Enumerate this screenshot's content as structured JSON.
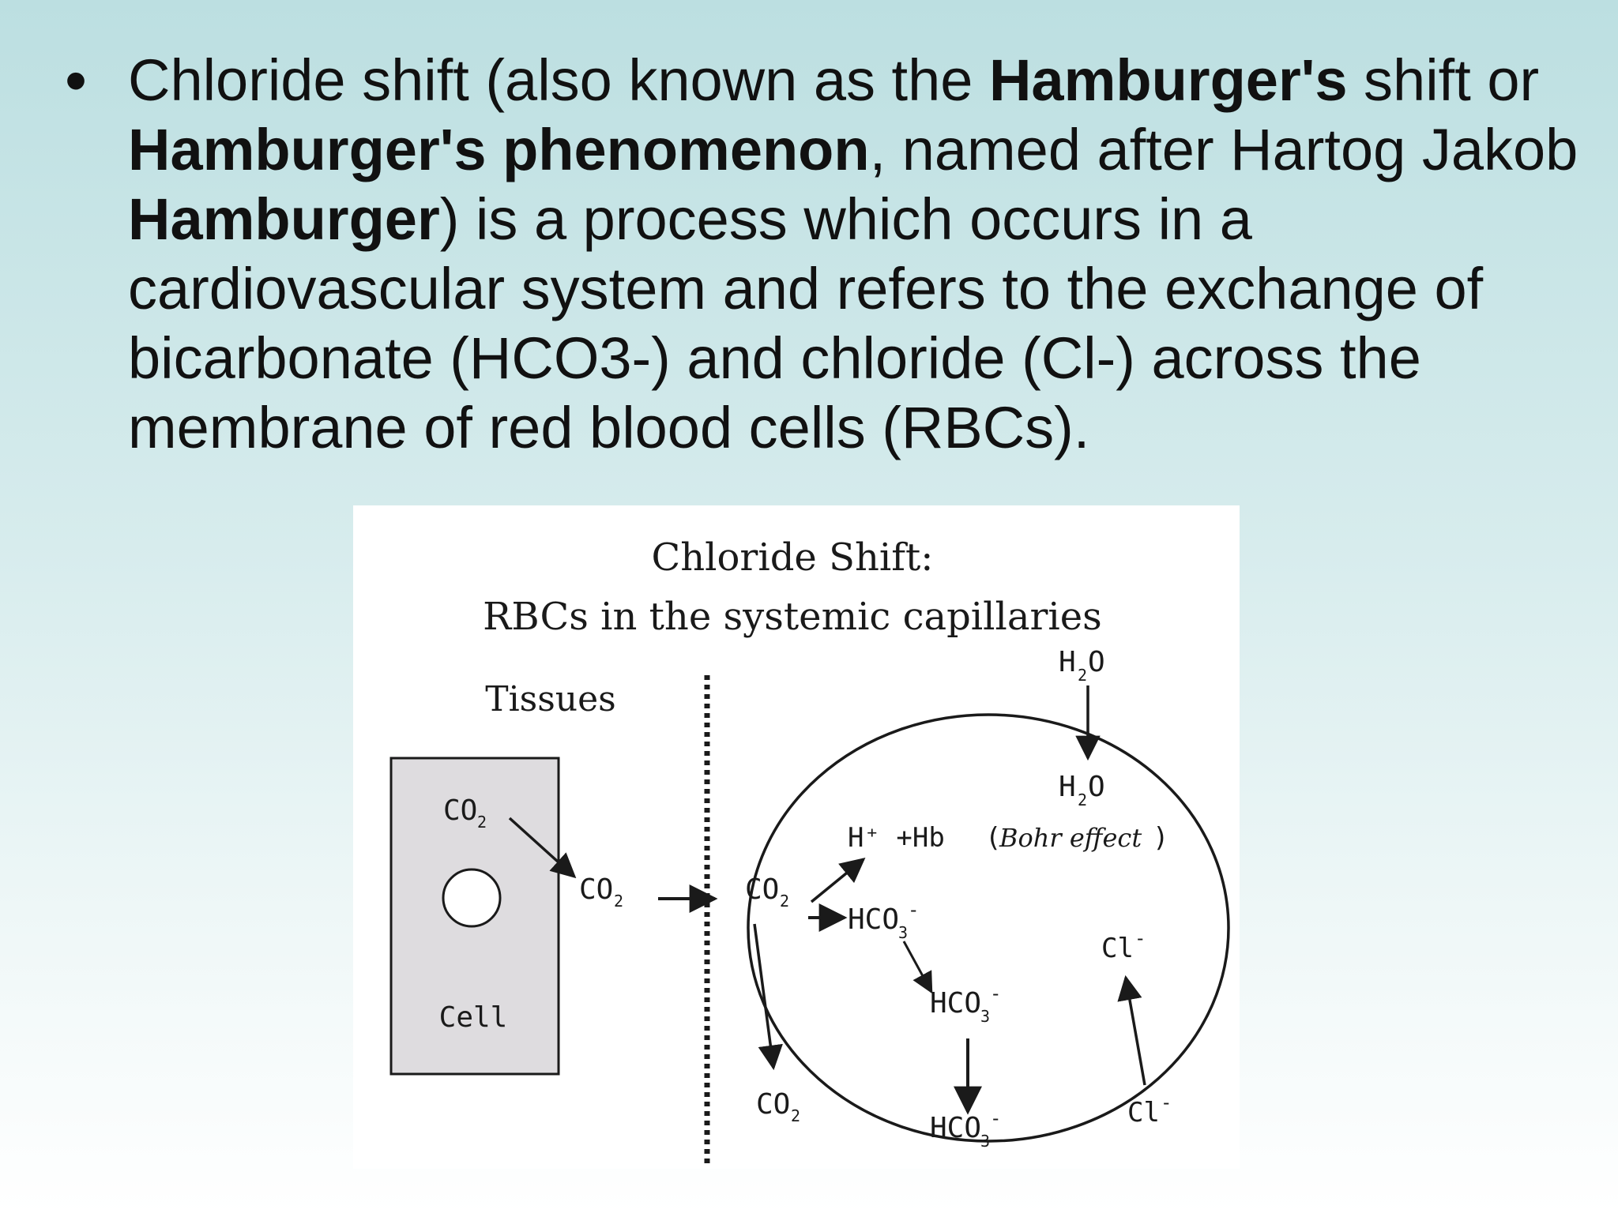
{
  "bullet": {
    "marker": "•",
    "segments": [
      {
        "text": "Chloride shift (also known as the ",
        "bold": false
      },
      {
        "text": "Hamburger's",
        "bold": true
      },
      {
        "text": " shift or ",
        "bold": false
      },
      {
        "text": "Hamburger's phenomenon",
        "bold": true
      },
      {
        "text": ", named after Hartog Jakob ",
        "bold": false
      },
      {
        "text": "Hamburger",
        "bold": true
      },
      {
        "text": ") is a process which occurs in a cardiovascular system and refers to the exchange of bicarbonate (HCO3-) and chloride (Cl-) across the membrane of red blood cells (RBCs).",
        "bold": false
      }
    ]
  },
  "figure": {
    "title_line1": "Chloride Shift:",
    "title_line2": "RBCs in the systemic capillaries",
    "tissues_label": "Tissues",
    "cell_label": "Cell",
    "co2_symbol": "CO",
    "co2_sub": "2",
    "h2o_symbol_h": "H",
    "h2o_sub": "2",
    "h2o_symbol_o": "O",
    "hco3_symbol": "HCO",
    "hco3_sub": "3",
    "hco3_sup": "-",
    "cl_symbol": "Cl",
    "cl_sup": "-",
    "h_hb_label": "H⁺ +Hb",
    "bohr_open": "(",
    "bohr_effect": "Bohr effect",
    "bohr_close": ")"
  },
  "colors": {
    "cell_fill": "#dedcdf",
    "stroke": "#1a1a1a"
  }
}
